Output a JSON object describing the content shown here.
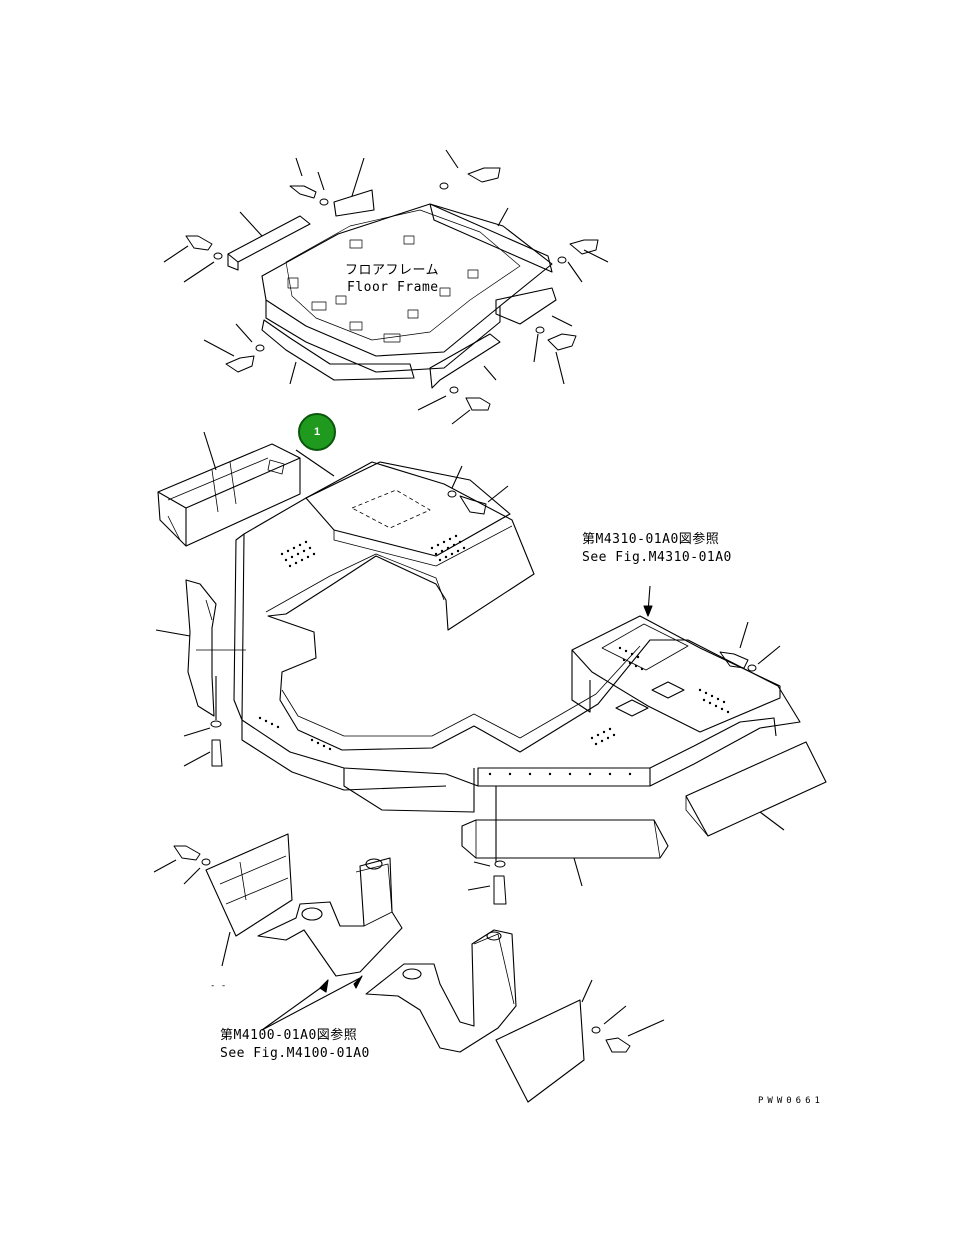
{
  "floor_frame": {
    "label_jp": "フロアフレーム",
    "label_en": "Floor Frame"
  },
  "callouts": [
    {
      "number": "1",
      "color": "#1f9a1f"
    }
  ],
  "references": {
    "m4310": {
      "jp": "第M4310-01A0図参照",
      "en": "See Fig.M4310-01A0"
    },
    "m4100": {
      "jp": "第M4100-01A0図参照",
      "en": "See Fig.M4100-01A0"
    }
  },
  "drawing_code": "PWW0661",
  "stray_mark": "- -"
}
